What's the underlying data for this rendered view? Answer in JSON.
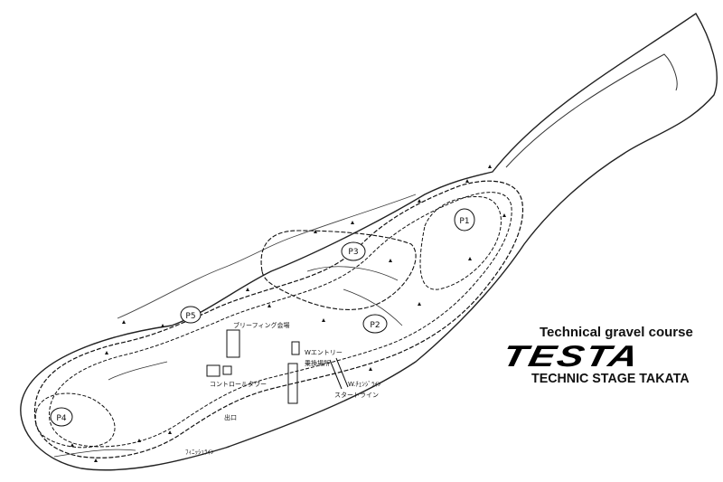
{
  "title": {
    "subtitle": "Technical gravel course",
    "brand": "TESTA",
    "brand_sub": "TECHNIC STAGE TAKATA"
  },
  "markers": {
    "p1": "P1",
    "p2": "P2",
    "p3": "P3",
    "p4": "P4",
    "p5": "P5"
  },
  "labels": {
    "briefing": "ブリーフィング会場",
    "control_tower": "コントロールタワー",
    "w_entry": "Wエントリー",
    "boarding": "乗換場所",
    "start_line": "スタートライン",
    "w_line": "W.ﾁｪﾝｼﾞﾗｲﾝ",
    "finish_line": "ﾌｨﾆｯｼｭﾗｲﾝ",
    "exit": "出口"
  }
}
